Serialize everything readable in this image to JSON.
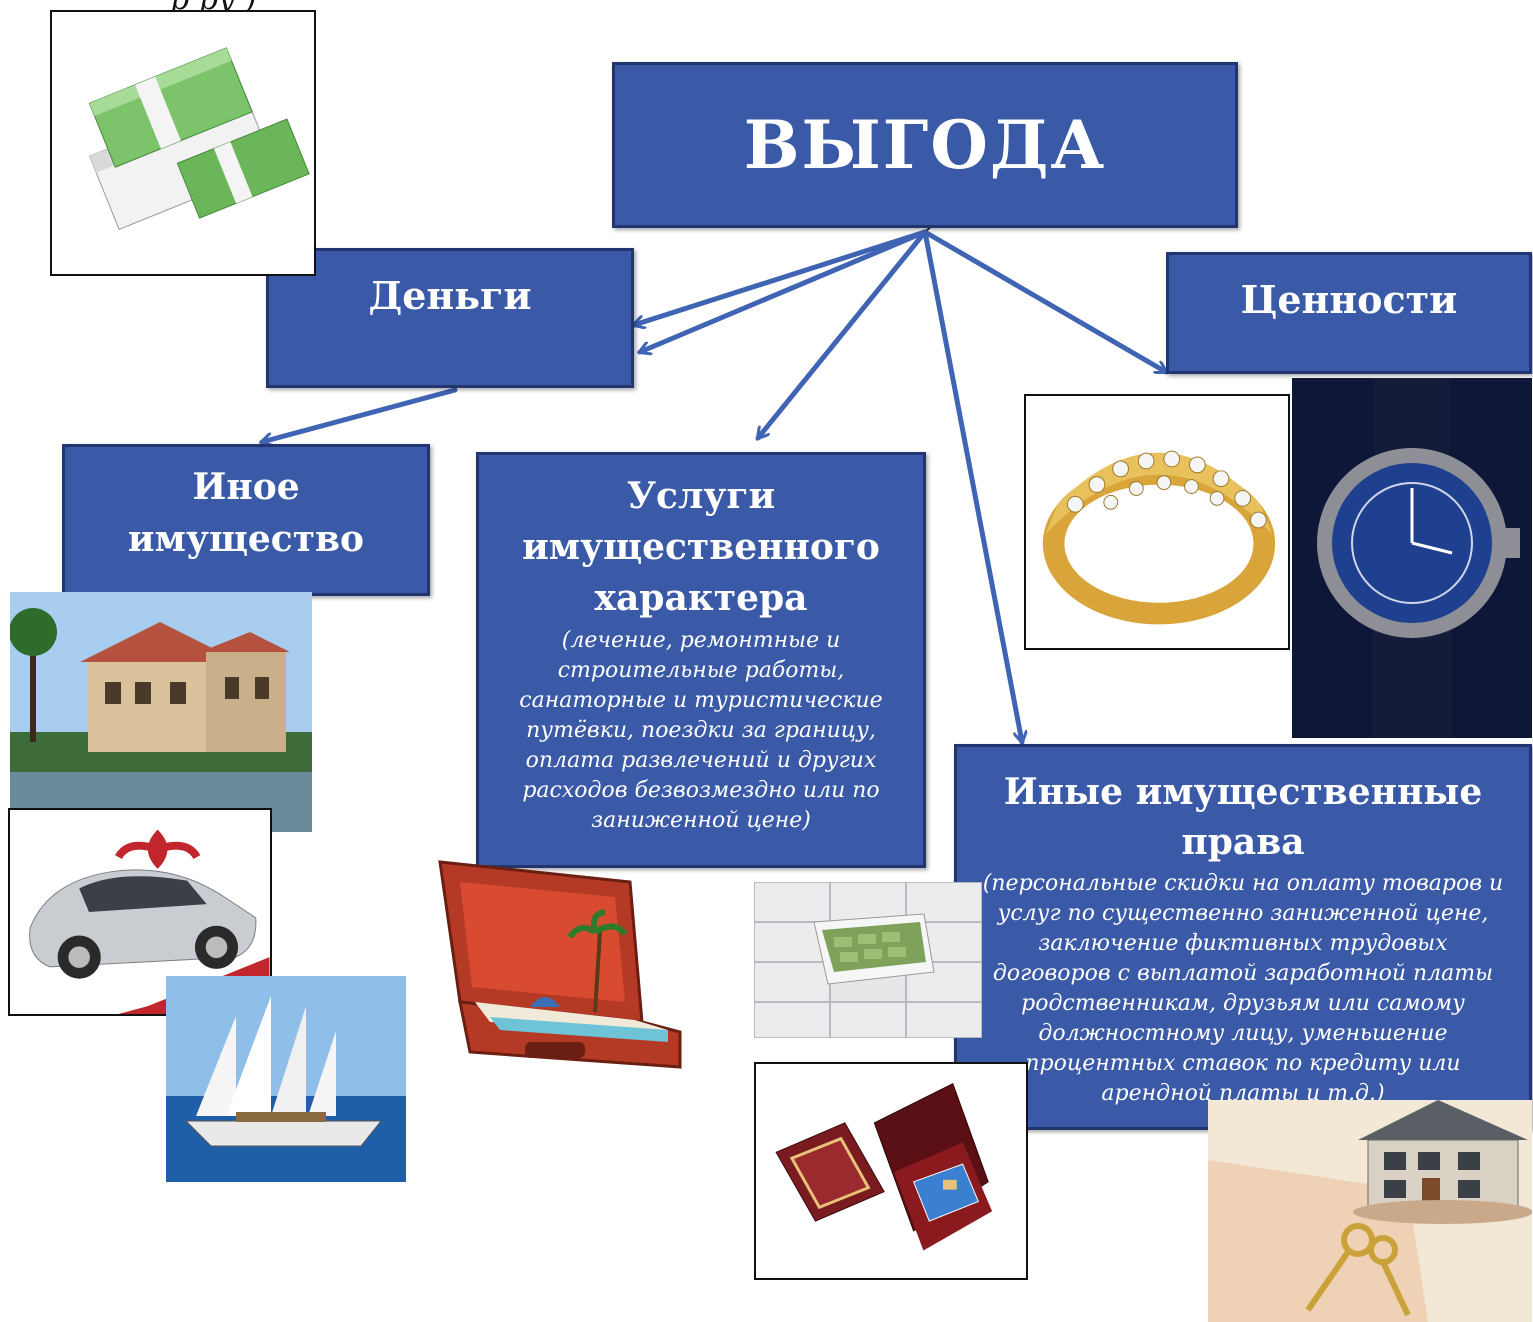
{
  "header_fragment": "р                          ру   )",
  "title": "ВЫГОДА",
  "nodes": {
    "money": "Деньги",
    "valuables": "Ценности",
    "other_property": "Иное имущество",
    "services": {
      "title": "Услуги имущественного характера",
      "note": "(лечение, ремонтные и строительные работы, санаторные и туристические путёвки, поездки за границу, оплата развлечений и других расходов безвозмездно или по заниженной цене)"
    },
    "other_rights": {
      "title": "Иные имущественные права",
      "note": "(персональные скидки на оплату товаров и услуг по существенно заниженной цене, заключение фиктивных трудовых договоров с выплатой заработной платы родственникам, друзьям или самому должностному лицу, уменьшение процентных ставок по кредиту или арендной платы и т.д.)"
    }
  },
  "images": [
    "money-bundles",
    "gold-ring",
    "luxury-watch",
    "mansion",
    "gift-car",
    "sailing-yacht",
    "vacation-suitcase",
    "safe-deposit-drawer",
    "gift-box-with-card",
    "house-and-keys"
  ],
  "colors": {
    "box_fill": "#3a5aa7",
    "box_border": "#22356e",
    "arrow": "#3f64b4",
    "text": "#ffffff"
  }
}
